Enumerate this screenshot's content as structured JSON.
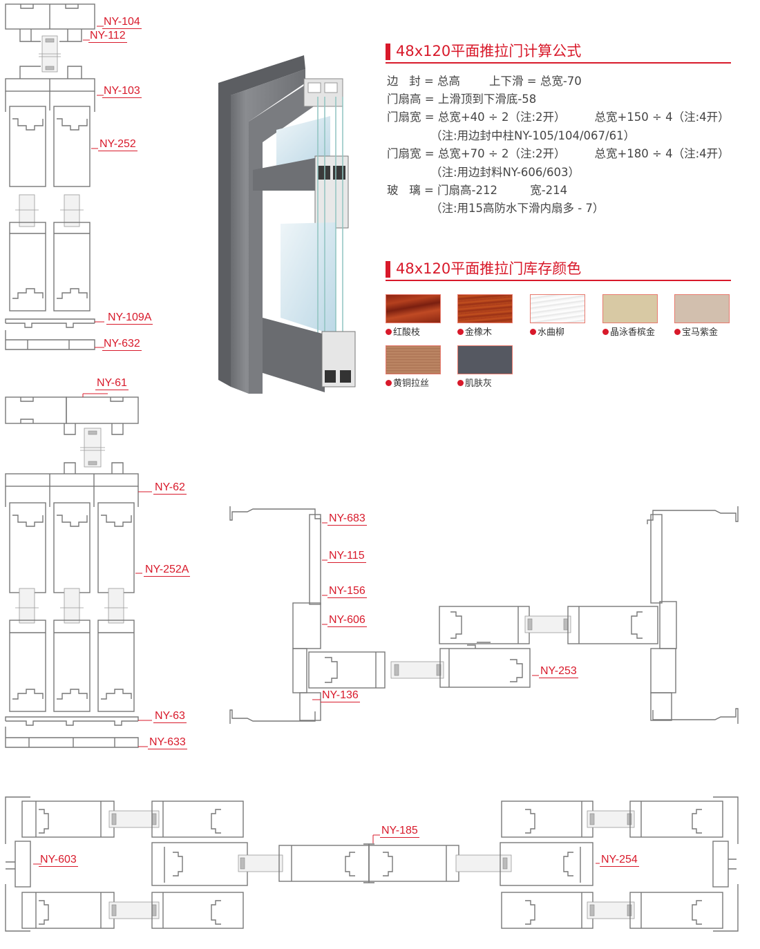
{
  "formula_section": {
    "title": "48x120平面推拉门计算公式",
    "lines": [
      "边   封 = 总高        上下滑 = 总宽-70",
      "门扇高 = 上滑顶到下滑底-58",
      "门扇宽 = 总宽+40 ÷ 2（注:2开）        总宽+150 ÷ 4（注:4开）",
      "            （注:用边封中柱NY-105/104/067/61）",
      "门扇宽 = 总宽+70 ÷ 2（注:2开）        总宽+180 ÷ 4（注:4开）",
      "            （注:用边封料NY-606/603）",
      "玻   璃 = 门扇高-212         宽-214",
      "            （注:用15高防水下滑内扇多 - 7）"
    ]
  },
  "color_section": {
    "title": "48x120平面推拉门库存颜色",
    "swatches": [
      {
        "name": "红酸枝",
        "color": "#a8321c"
      },
      {
        "name": "金橡木",
        "color": "#b0401c"
      },
      {
        "name": "水曲柳",
        "color": "#f4f4f4"
      },
      {
        "name": "晶泳香槟金",
        "color": "#d8c9a4"
      },
      {
        "name": "宝马紫金",
        "color": "#d2bfae"
      },
      {
        "name": "黄铜拉丝",
        "color": "#b27a5c"
      },
      {
        "name": "肌肤灰",
        "color": "#555861"
      }
    ]
  },
  "labels": {
    "ny104": "NY-104",
    "ny112": "NY-112",
    "ny103": "NY-103",
    "ny252": "NY-252",
    "ny109a": "NY-109A",
    "ny632": "NY-632",
    "ny61": "NY-61",
    "ny62": "NY-62",
    "ny252a": "NY-252A",
    "ny63": "NY-63",
    "ny633": "NY-633",
    "ny683": "NY-683",
    "ny115": "NY-115",
    "ny156": "NY-156",
    "ny606": "NY-606",
    "ny136": "NY-136",
    "ny253": "NY-253",
    "ny603": "NY-603",
    "ny185": "NY-185",
    "ny254": "NY-254"
  },
  "accent_color": "#d8192a"
}
